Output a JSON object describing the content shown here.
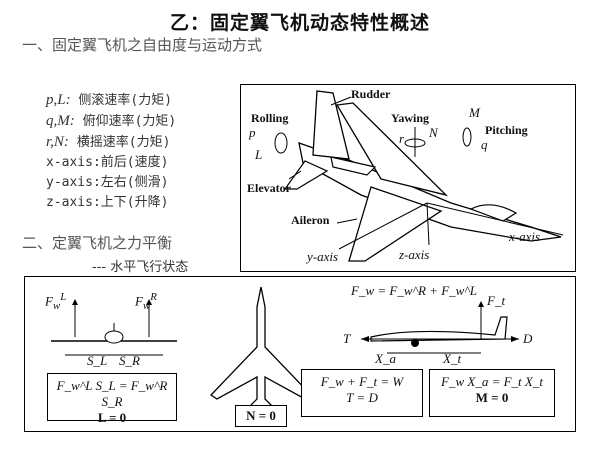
{
  "title": "乙：固定翼飞机动态特性概述",
  "section1": "一、固定翼飞机之自由度与运动方式",
  "section2": "二、定翼飞机之力平衡",
  "section2_sub": "--- 水平飞行状态",
  "dof_list": [
    {
      "sym": "p,L:",
      "text": "侧滚速率(力矩)"
    },
    {
      "sym": "q,M:",
      "text": "俯仰速率(力矩)"
    },
    {
      "sym": "r,N:",
      "text": "横摇速率(力矩)"
    },
    {
      "sym": "x-axis:",
      "text": "前后(速度)"
    },
    {
      "sym": "y-axis:",
      "text": "左右(侧滑)"
    },
    {
      "sym": "z-axis:",
      "text": "上下(升降)"
    }
  ],
  "aircraft": {
    "rudder": "Rudder",
    "rolling": "Rolling",
    "yawing": "Yawing",
    "pitching": "Pitching",
    "elevator": "Elevator",
    "aileron": "Aileron",
    "x_axis": "x-axis",
    "y_axis": "y-axis",
    "z_axis": "z-axis",
    "p": "p",
    "L": "L",
    "r": "r",
    "N": "N",
    "M": "M",
    "q": "q"
  },
  "balance": {
    "roll_eq_line1": "F_w^L S_L = F_w^R S_R",
    "roll_eq_line2": "L = 0",
    "yaw_eq": "N = 0",
    "force_top": "F_w = F_w^R + F_w^L",
    "force_eq_line1": "F_w + F_t = W",
    "force_eq_line2": "T = D",
    "pitch_eq_line1": "F_w X_a = F_t X_t",
    "pitch_eq_line2": "M = 0",
    "T": "T",
    "D": "D",
    "Xa": "X_a",
    "Xt": "X_t",
    "Ft": "F_t",
    "SL": "S_L",
    "SR": "S_R"
  }
}
